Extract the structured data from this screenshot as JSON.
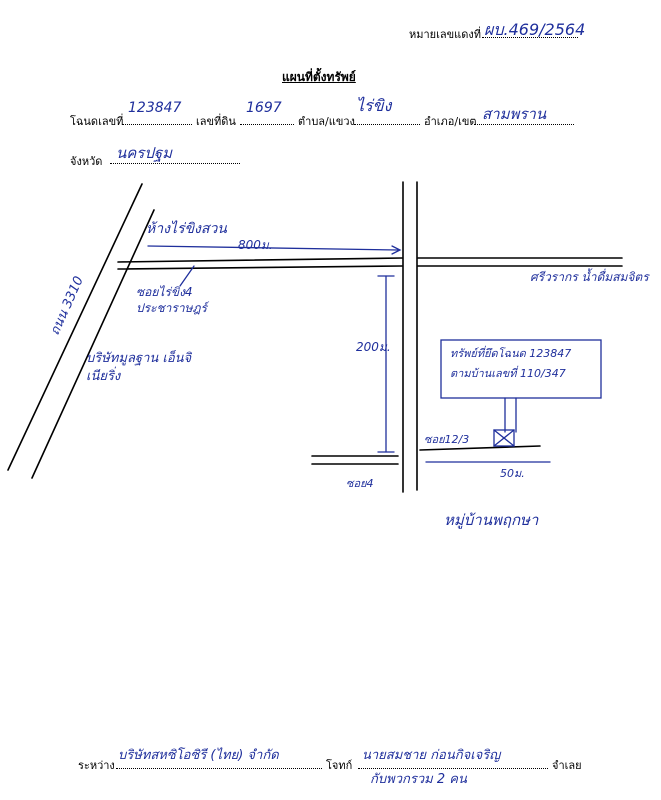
{
  "header": {
    "ref_label": "หมายเลขแดงที่",
    "ref_value": "ผบ.469/2564"
  },
  "title": "แผนที่ตั้งทรัพย์",
  "fields": {
    "deed_label": "โฉนดเลขที่",
    "deed_value": "123847",
    "land_label": "เลขที่ดิน",
    "land_value": "1697",
    "subdistrict_label": "ตำบล/แขวง",
    "subdistrict_value": "ไร่ขิง",
    "district_label": "อำเภอ/เขต",
    "district_value": "สามพราน",
    "province_label": "จังหวัด",
    "province_value": "นครปฐม"
  },
  "map": {
    "road_left": "ถนน 3310",
    "label_top_road": "ห้างไร่ขิงสวน",
    "dist_top": "800ม.",
    "soi_label": "ซอยไร่ขิง4 ประชาราษฎร์",
    "company_label": "บริษัทมูลฐาน เอ็นจิเนียริ่ง",
    "right_label": "ศรีวรากร น้ำดื่มสมจิตร",
    "dist_vertical": "200ม.",
    "property_box_line1": "ทรัพย์ที่ยึดโฉนด 123847",
    "property_box_line2": "ตามบ้านเลขที่ 110/347",
    "soi_12": "ซอย12/3",
    "soi_4": "ซอย4",
    "dist_bottom": "50ม.",
    "village": "หมู่บ้านพฤกษา"
  },
  "footer": {
    "between_label": "ระหว่าง",
    "plaintiff": "บริษัทสหซิโอซิรี (ไทย) จำกัด",
    "defendant_label": "โจทก์",
    "defendant": "นายสมชาย ก่อนกิจเจริญ",
    "defendant_line2": "กับพวกรวม 2 คน",
    "respondent_label": "จำเลย"
  },
  "colors": {
    "ink": "#1f2f9c",
    "print": "#000000"
  }
}
